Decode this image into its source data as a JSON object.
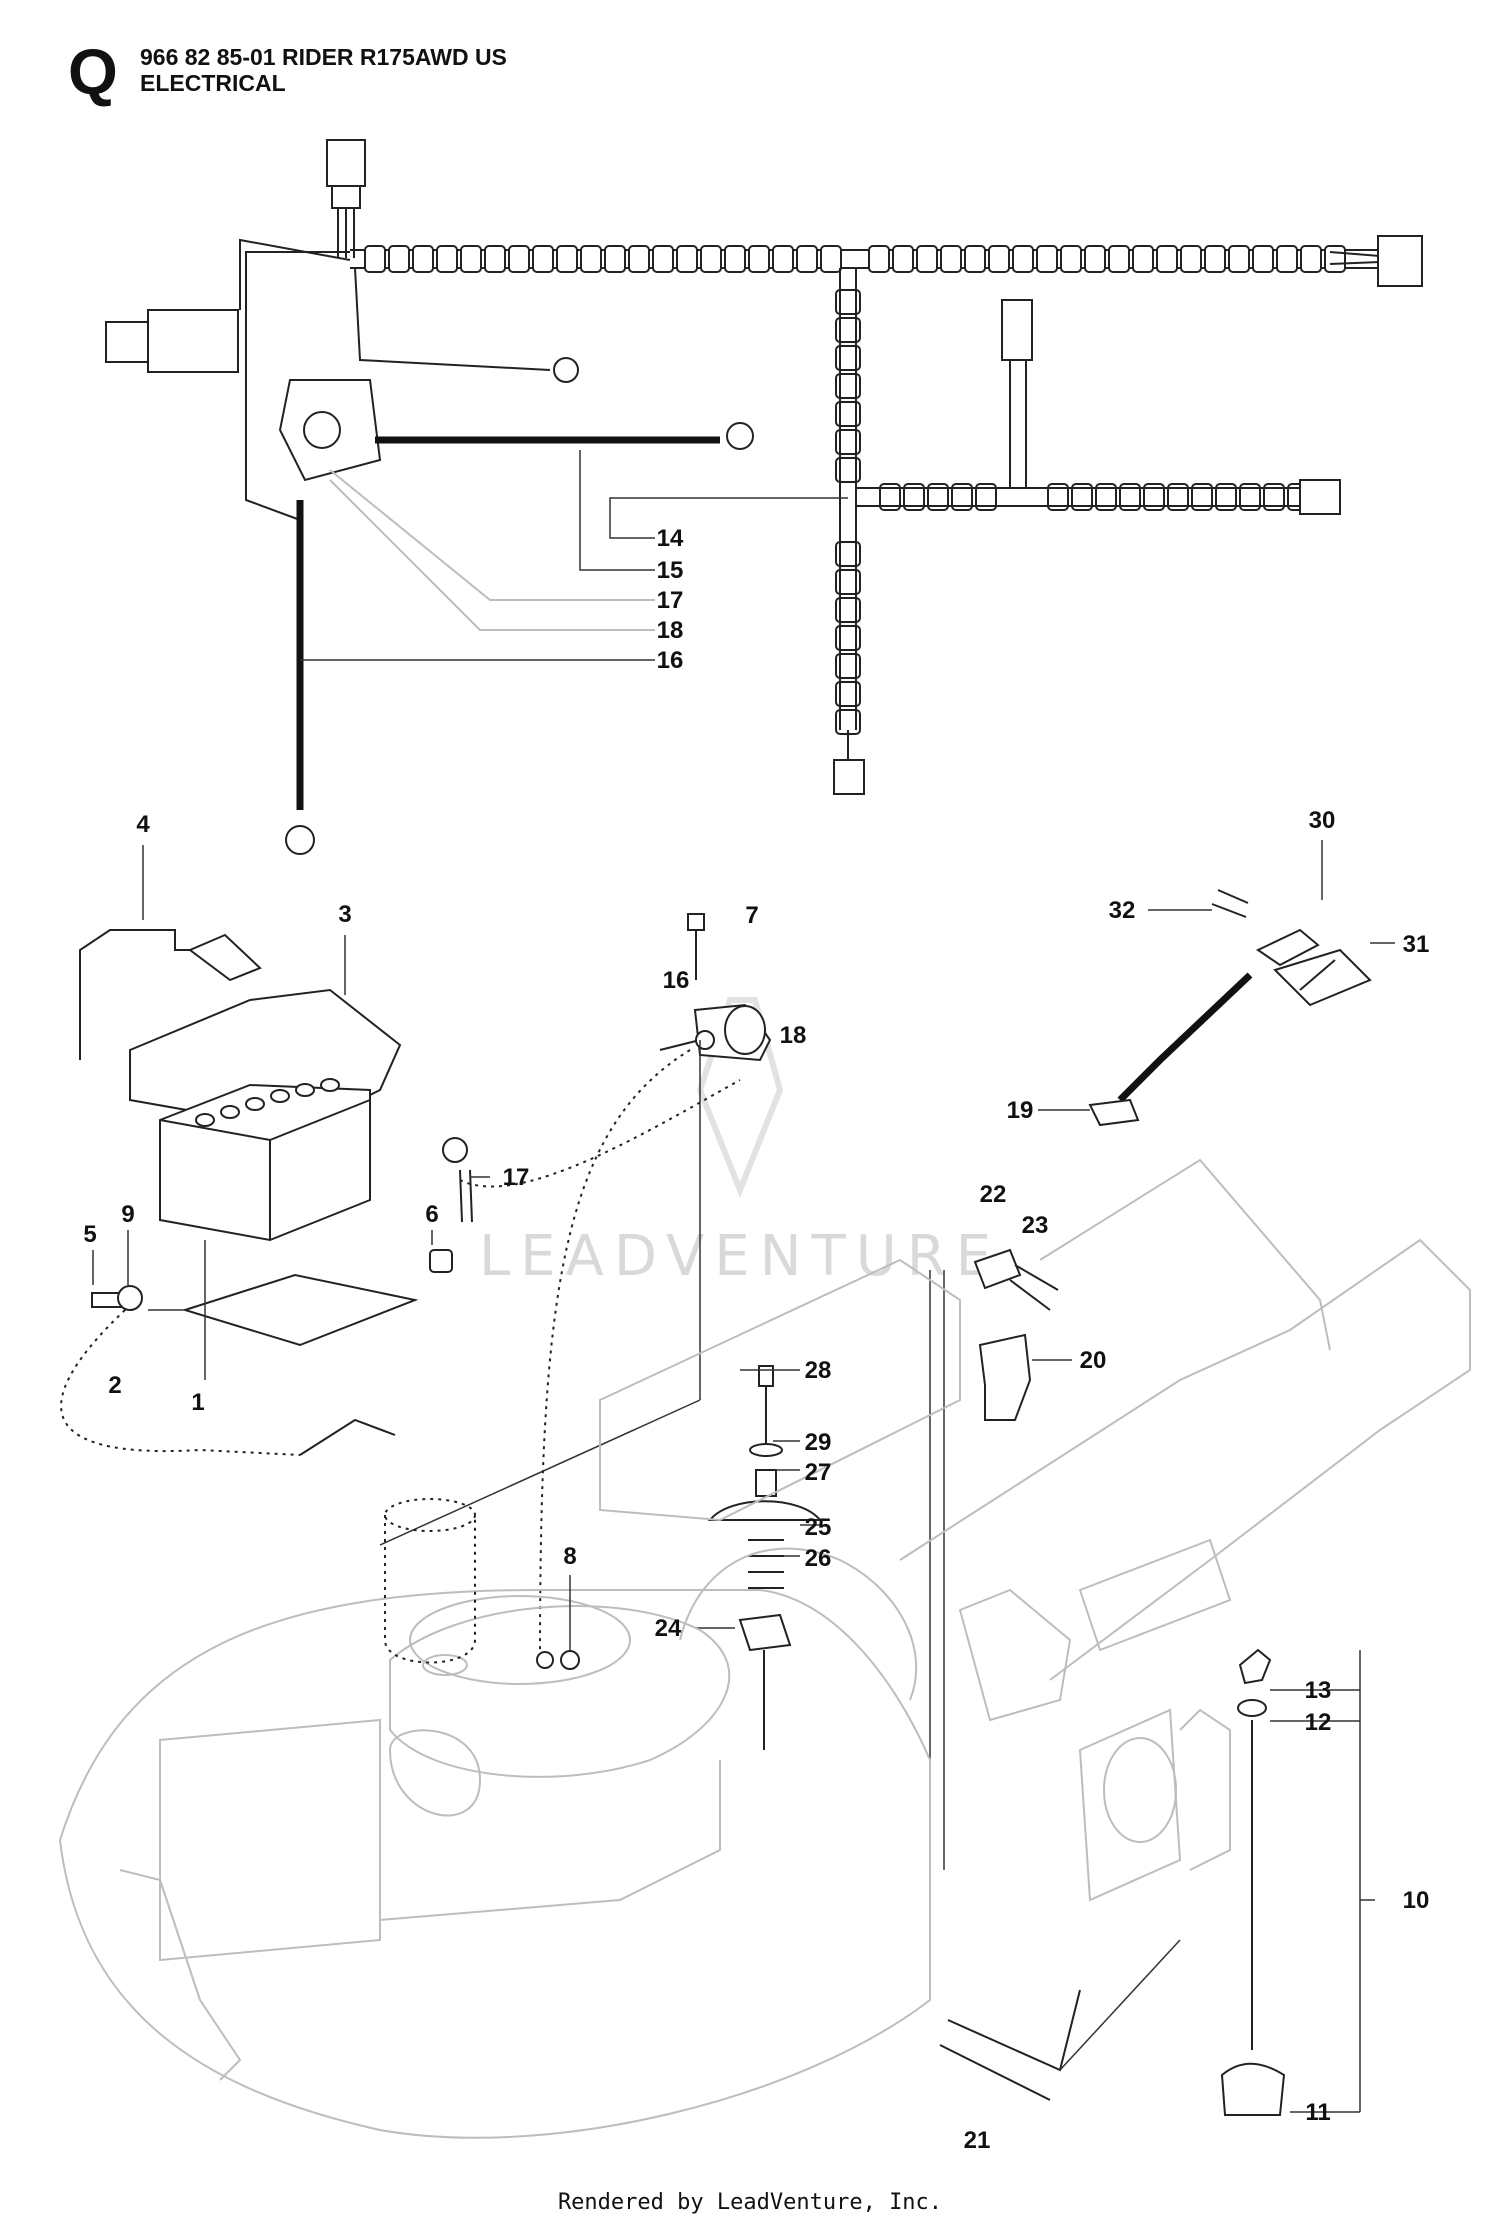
{
  "header": {
    "section_letter": "Q",
    "line1": "966 82 85-01 RIDER R175AWD US",
    "line2": "ELECTRICAL"
  },
  "watermark": "LEADVENTURE",
  "footer": "Rendered by LeadVenture, Inc.",
  "callouts": [
    "1",
    "2",
    "3",
    "4",
    "5",
    "6",
    "7",
    "8",
    "9",
    "10",
    "11",
    "12",
    "13",
    "14",
    "15",
    "16",
    "16",
    "17",
    "17",
    "18",
    "18",
    "19",
    "20",
    "21",
    "22",
    "23",
    "24",
    "25",
    "26",
    "27",
    "28",
    "29",
    "30",
    "31",
    "32"
  ]
}
